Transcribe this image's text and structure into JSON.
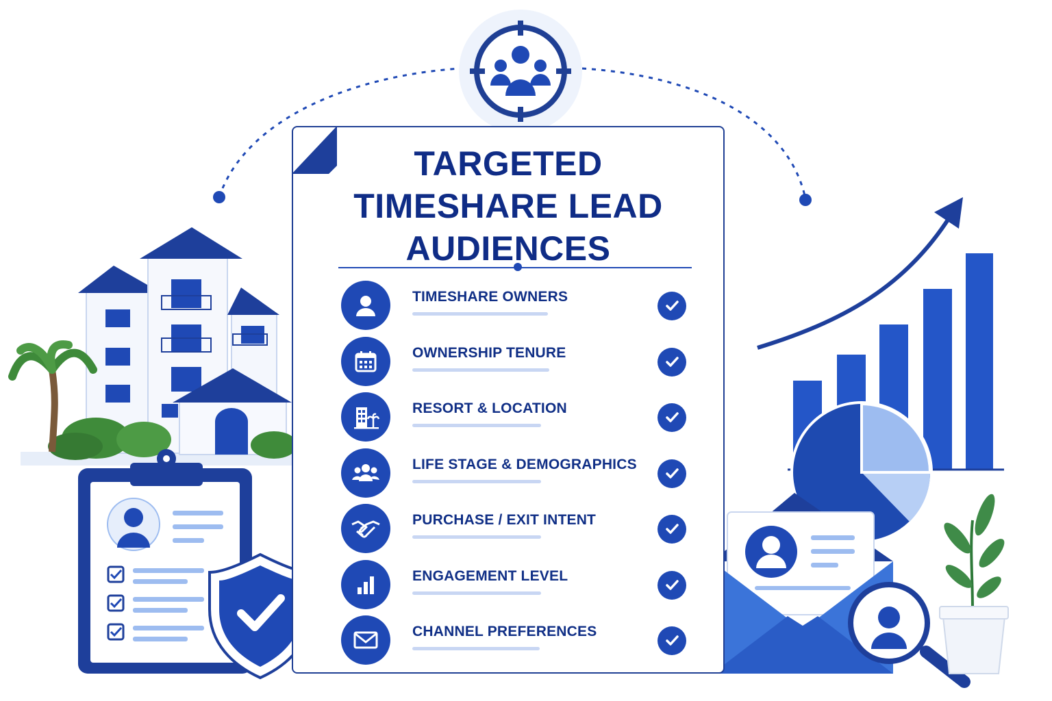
{
  "title": {
    "line1": "TARGETED",
    "line2": "TIMESHARE LEAD",
    "line3": "AUDIENCES"
  },
  "items": [
    {
      "label": "TIMESHARE OWNERS",
      "icon": "user-icon"
    },
    {
      "label": "OWNERSHIP TENURE",
      "icon": "calendar-icon"
    },
    {
      "label": "RESORT & LOCATION",
      "icon": "resort-icon"
    },
    {
      "label": "LIFE STAGE & DEMOGRAPHICS",
      "icon": "group-icon"
    },
    {
      "label": "PURCHASE / EXIT INTENT",
      "icon": "handshake-icon"
    },
    {
      "label": "ENGAGEMENT LEVEL",
      "icon": "bar-chart-icon"
    },
    {
      "label": "CHANNEL PREFERENCES",
      "icon": "envelope-icon"
    }
  ],
  "colors": {
    "primary": "#1f49b5",
    "dark": "#0f2c86",
    "light": "#9dbcf0",
    "green": "#3d8b3d"
  }
}
